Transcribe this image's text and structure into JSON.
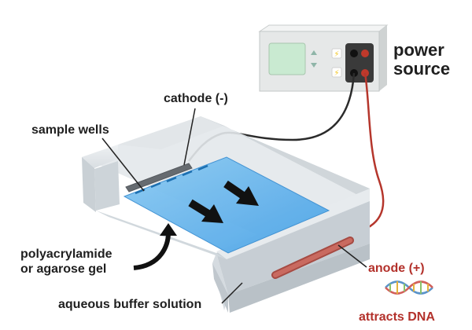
{
  "labels": {
    "power_source_line1": "power",
    "power_source_line2": "source",
    "cathode": "cathode (-)",
    "sample_wells": "sample wells",
    "gel_line1": "polyacrylamide",
    "gel_line2": "or agarose gel",
    "buffer": "aqueous buffer solution",
    "anode": "anode (+)",
    "attracts_dna": "attracts DNA"
  },
  "power_symbol": "⚡",
  "colors": {
    "label_text": "#1f1f1f",
    "anode_text": "#b3312b",
    "gel": "#4aa3e6",
    "buffer_tank": "#d7dde3",
    "electrode_cathode": "#666b70",
    "electrode_anode": "#c0574d",
    "wire_black": "#2b2b2b",
    "wire_red": "#b5362c",
    "power_body": "#e6e8e8",
    "power_display": "#c9ead1",
    "symbol_yellow": "#f3c623"
  },
  "icons": [
    "black-arrow-icon",
    "curved-arrow-icon",
    "dna-helix-icon",
    "power-source-icon"
  ]
}
